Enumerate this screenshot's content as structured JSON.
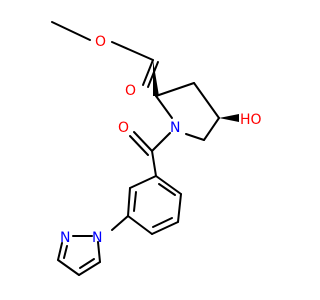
{
  "molecule": {
    "atoms": {
      "O_methyl": {
        "label": "O"
      },
      "O_carbonyl_ester": {
        "label": "O"
      },
      "O_hydroxyl": {
        "label": "HO"
      },
      "N_pyrrolidine": {
        "label": "N"
      },
      "O_amide": {
        "label": "O"
      },
      "N_pyrazole_1": {
        "label": "N"
      },
      "N_pyrazole_2": {
        "label": "N"
      }
    },
    "colors": {
      "oxygen": "#ff0000",
      "nitrogen": "#0000ff",
      "carbon": "#000000"
    }
  }
}
